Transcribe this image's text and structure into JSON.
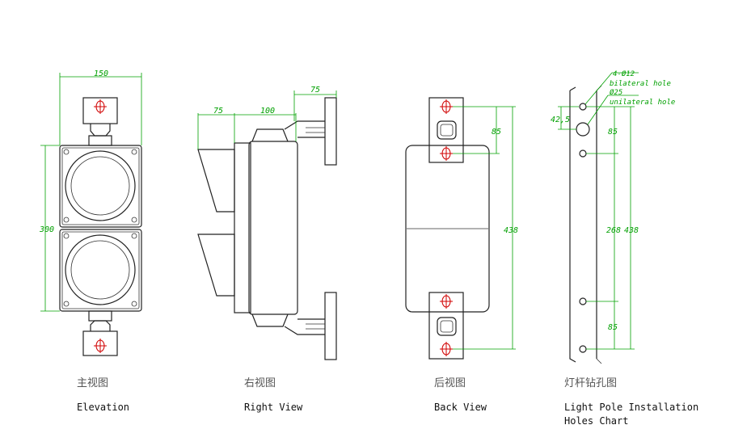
{
  "dimensions": {
    "elev_width": "150",
    "elev_height": "300",
    "right_75_left": "75",
    "right_100": "100",
    "right_75_top": "75",
    "back_85": "85",
    "back_438": "438",
    "pole_42_5": "42,5",
    "pole_85_top": "85",
    "pole_268": "268",
    "pole_438": "438",
    "pole_85_bottom": "85"
  },
  "notes": {
    "hole_spec_1": "4-Ø12",
    "hole_label_1": "bilateral hole",
    "hole_spec_2": "Ø25",
    "hole_label_2": "unilateral hole"
  },
  "captions": {
    "elevation_cn": "主视图",
    "elevation_en": "Elevation",
    "right_cn": "右视图",
    "right_en": "Right View",
    "back_cn": "后视图",
    "back_en": "Back View",
    "pole_cn": "灯杆钻孔图",
    "pole_en_line1": "Light Pole Installation",
    "pole_en_line2": "Holes Chart"
  },
  "colors": {
    "dimension": "#00a000",
    "centerline": "#d00000",
    "outline": "#222222"
  }
}
